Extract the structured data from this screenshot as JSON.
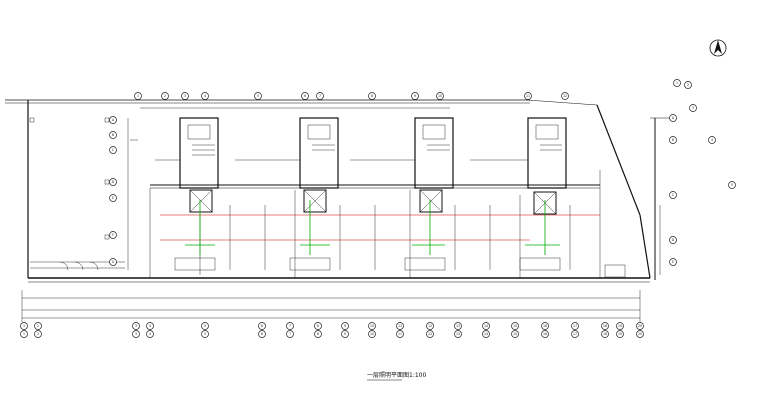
{
  "drawing": {
    "title": "一层照明平面图1:100",
    "north_symbol": "north-arrow-icon"
  },
  "axes": {
    "top": [
      "1",
      "2",
      "3",
      "4",
      "5",
      "6",
      "7",
      "8",
      "9",
      "10",
      "11",
      "12"
    ],
    "bottom": [
      "1",
      "2",
      "3",
      "4",
      "5",
      "6",
      "7",
      "8",
      "9",
      "10",
      "11",
      "12",
      "13",
      "14",
      "15",
      "16",
      "17",
      "18",
      "19",
      "20"
    ],
    "left": [
      "A",
      "B",
      "C",
      "D",
      "E",
      "F",
      "G"
    ],
    "right": [
      "A",
      "B",
      "C",
      "D",
      "E"
    ],
    "diagonal": [
      "1",
      "2",
      "3",
      "4",
      "5"
    ]
  },
  "colors": {
    "lines": "#111111",
    "circuit_red": "#cc0000",
    "circuit_green": "#00aa00"
  }
}
